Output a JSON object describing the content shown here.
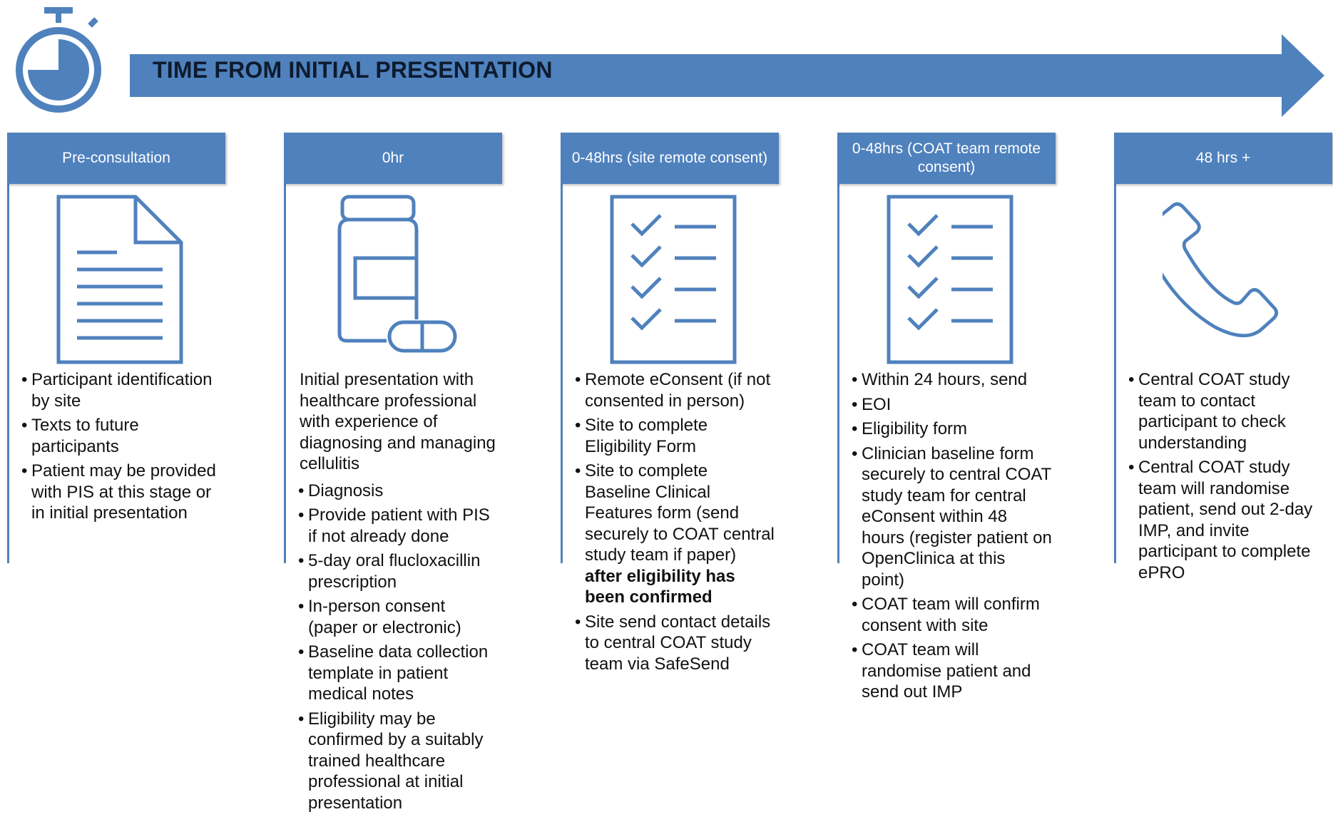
{
  "timeline": {
    "title": "TIME FROM INITIAL PRESENTATION",
    "icon": "stopwatch-icon",
    "color": "#4f81bd"
  },
  "columns": [
    {
      "header": "Pre-consultation",
      "icon": "document-icon",
      "intro": "",
      "bullets": [
        "Participant identification by site",
        "Texts to future participants",
        "Patient may be provided with PIS at this stage or in initial presentation"
      ]
    },
    {
      "header": "0hr",
      "icon": "pill-bottle-icon",
      "intro": "Initial presentation with healthcare professional with experience of diagnosing and managing cellulitis",
      "bullets": [
        "Diagnosis",
        "Provide patient with PIS if not already done",
        "5-day oral flucloxacillin prescription",
        "In-person consent (paper or electronic)",
        "Baseline data collection template in patient medical notes",
        "Eligibility may be confirmed by a suitably trained healthcare professional at initial presentation"
      ]
    },
    {
      "header": "0-48hrs (site remote consent)",
      "icon": "checklist-icon",
      "intro": "",
      "bullets": [
        "Remote eConsent (if not consented in person)",
        "Site to complete Eligibility Form",
        "Site to complete Baseline Clinical Features form (send securely to COAT central study team if paper)",
        "Site send contact details to central COAT study team via SafeSend"
      ],
      "bullet_bold_suffix": " after eligibility has been confirmed"
    },
    {
      "header": "0-48hrs (COAT team remote consent)",
      "icon": "checklist-icon",
      "intro": "",
      "bullets": [
        "Within 24 hours, send",
        "EOI",
        "Eligibility form",
        "Clinician baseline form securely to central COAT study team for central eConsent within 48 hours (register patient on OpenClinica at this point)",
        "COAT team will confirm consent with site",
        "COAT team will randomise patient and send out IMP"
      ]
    },
    {
      "header": "48 hrs +",
      "icon": "phone-icon",
      "intro": "",
      "bullets": [
        "Central COAT study team to contact participant to check understanding",
        "Central COAT study team will randomise patient, send out 2-day IMP, and invite participant to complete ePRO"
      ]
    }
  ]
}
